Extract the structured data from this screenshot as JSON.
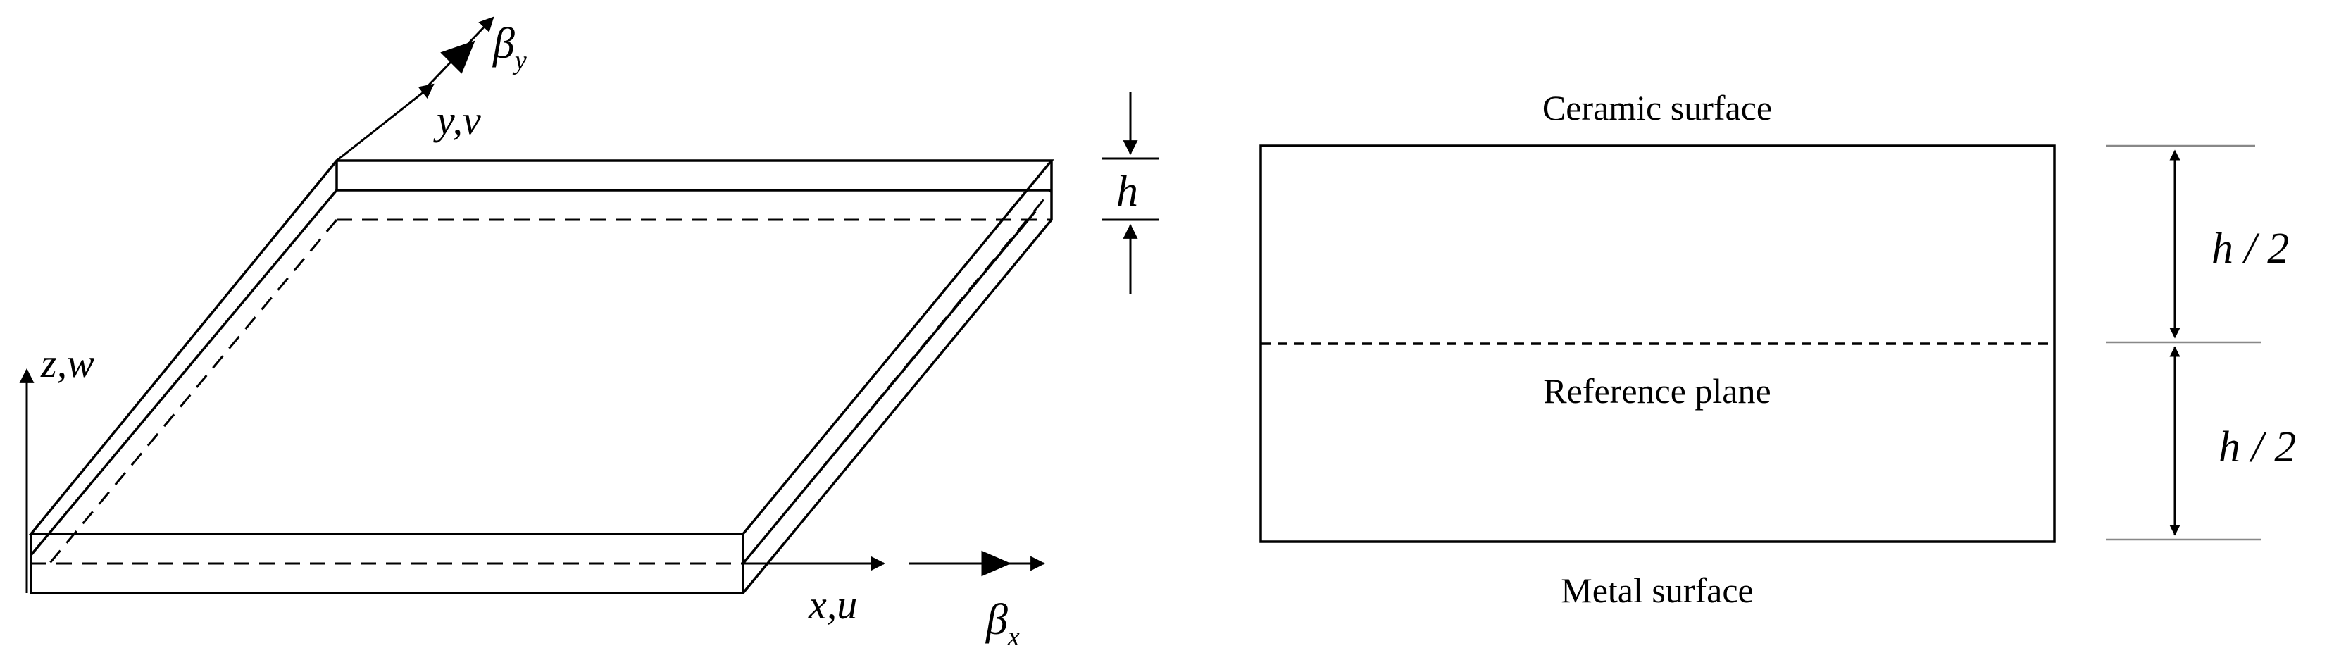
{
  "plate_figure": {
    "labels": {
      "z_axis": "z,w",
      "y_axis": "y,v",
      "x_axis": "x,u",
      "beta_y_base": "β",
      "beta_y_sub": "y",
      "beta_x_base": "β",
      "beta_x_sub": "x",
      "thickness": "h"
    }
  },
  "section_figure": {
    "top_label": "Ceramic surface",
    "middle_label": "Reference plane",
    "bottom_label": "Metal surface",
    "upper_half": "h / 2",
    "lower_half": "h / 2"
  },
  "colors": {
    "line": "#000000",
    "dim_line": "#888888",
    "background": "#ffffff"
  }
}
